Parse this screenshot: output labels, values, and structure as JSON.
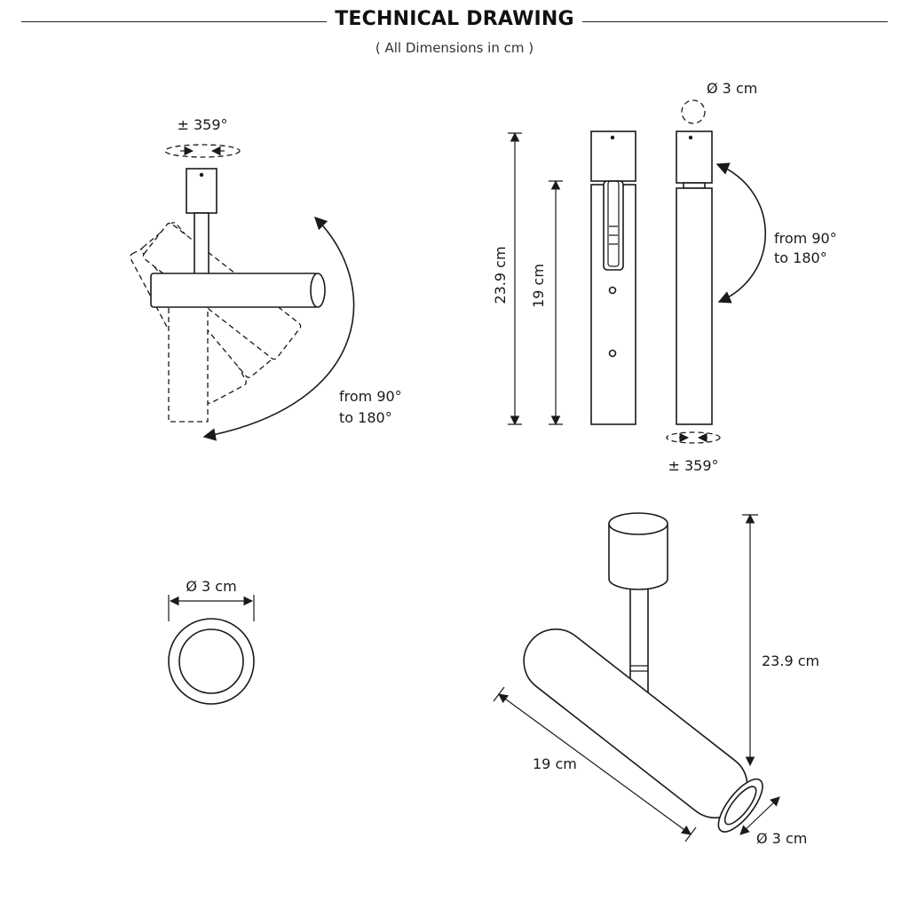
{
  "header": {
    "title": "TECHNICAL DRAWING",
    "subtitle": "( All Dimensions in cm )"
  },
  "side_view": {
    "rotation_label": "± 359°",
    "tilt_label_line1": "from 90°",
    "tilt_label_line2": "to 180°"
  },
  "front_views": {
    "diameter_label": "Ø 3 cm",
    "total_height_label": "23.9 cm",
    "tube_length_label": "19 cm",
    "tilt_label_line1": "from 90°",
    "tilt_label_line2": "to 180°",
    "rotation_label": "± 359°"
  },
  "top_view": {
    "diameter_label": "Ø 3 cm"
  },
  "iso_view": {
    "total_height_label": "23.9 cm",
    "tube_length_label": "19 cm",
    "diameter_label": "Ø 3 cm"
  },
  "colors": {
    "line": "#1a1a1a",
    "background": "#ffffff"
  }
}
